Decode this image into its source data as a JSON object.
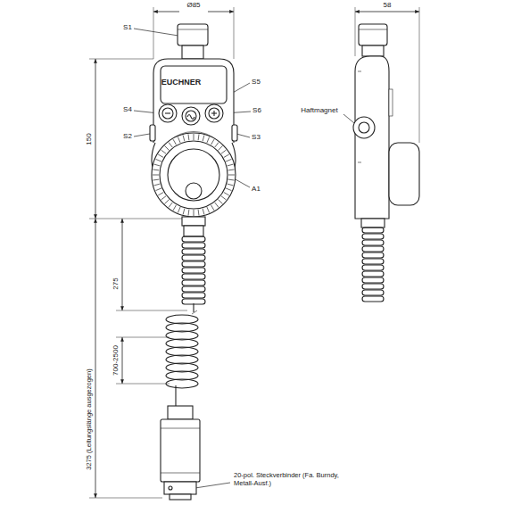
{
  "diagram": {
    "labels": [
      "Ø85",
      "58",
      "S1",
      "S5",
      "S4",
      "S6",
      "S2",
      "S3",
      "A1",
      "Haftmagnet",
      "EUCHNER",
      "150",
      "275",
      "700-2500",
      "3275 (Leitungslänge ausgezogen)",
      "20-pol. Steckverbinder (Fa. Burndy, Metall-Ausf.)"
    ]
  }
}
